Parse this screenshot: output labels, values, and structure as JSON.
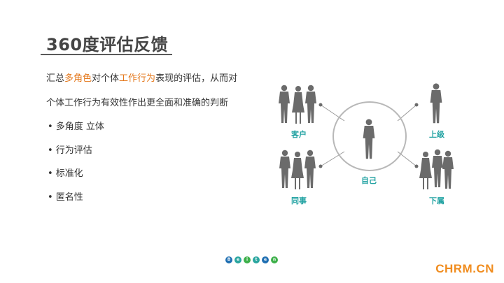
{
  "slide": {
    "title": "360度评估反馈",
    "paragraph": {
      "line1_prefix": "汇总",
      "line1_hl1": "多角色",
      "line1_mid": "对个体",
      "line1_hl2": "工作行为",
      "line1_suffix": "表现的评估，从而对",
      "line2": "个体工作行为有效性作出更全面和准确的判断"
    },
    "bullets": [
      "• 多角度 立体",
      "• 行为评估",
      "•  标准化",
      "•  匿名性"
    ]
  },
  "diagram": {
    "center_label": "自己",
    "nodes": {
      "top_left": "客户",
      "top_right": "上级",
      "bottom_left": "同事",
      "bottom_right": "下属"
    }
  },
  "footer": {
    "logo_letters": [
      "B",
      "e",
      "i",
      "t",
      "e",
      "n"
    ],
    "watermark": "CHRM.CN"
  },
  "colors": {
    "accent_orange": "#e4781c",
    "label_teal": "#23a3a3",
    "figure_gray": "#6b6b6b",
    "watermark_orange": "#f08c1e"
  }
}
